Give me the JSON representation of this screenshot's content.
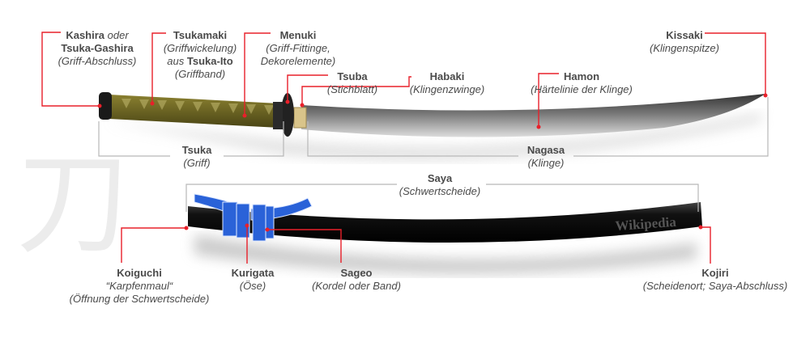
{
  "labels": {
    "kashira": {
      "name": "Kashira",
      "connector": "oder",
      "alt": "Tsuka-Gashira",
      "desc": "(Griff-Abschluss)"
    },
    "tsukamaki": {
      "name": "Tsukamaki",
      "desc": "(Griffwickelung)",
      "connector": "aus",
      "alt": "Tsuka-Ito",
      "desc2": "(Griffband)"
    },
    "menuki": {
      "name": "Menuki",
      "desc": "(Griff-Fittinge,",
      "desc2": "Dekorelemente)"
    },
    "tsuba": {
      "name": "Tsuba",
      "desc": "(Stichblatt)"
    },
    "habaki": {
      "name": "Habaki",
      "desc": "(Klingenzwinge)"
    },
    "hamon": {
      "name": "Hamon",
      "desc": "(Härtelinie der Klinge)"
    },
    "kissaki": {
      "name": "Kissaki",
      "desc": "(Klingenspitze)"
    },
    "tsuka": {
      "name": "Tsuka",
      "desc": "(Griff)"
    },
    "nagasa": {
      "name": "Nagasa",
      "desc": "(Klinge)"
    },
    "saya": {
      "name": "Saya",
      "desc": "(Schwertscheide)"
    },
    "koiguchi": {
      "name": "Koiguchi",
      "desc": "“Karpfenmaul“",
      "desc2": "(Öffnung der Schwertscheide)"
    },
    "kurigata": {
      "name": "Kurigata",
      "desc": "(Öse)"
    },
    "sageo": {
      "name": "Sageo",
      "desc": "(Kordel oder Band)"
    },
    "kojiri": {
      "name": "Kojiri",
      "desc": "(Scheidenort; Saya-Abschluss)"
    }
  },
  "watermark": "Wikipedia",
  "kanji": "刀",
  "colors": {
    "leader": "#e8202a",
    "bracket": "#b8b8b8",
    "wrap": "#6b6420",
    "saya": "#151515",
    "sageo": "#2a62d8"
  }
}
